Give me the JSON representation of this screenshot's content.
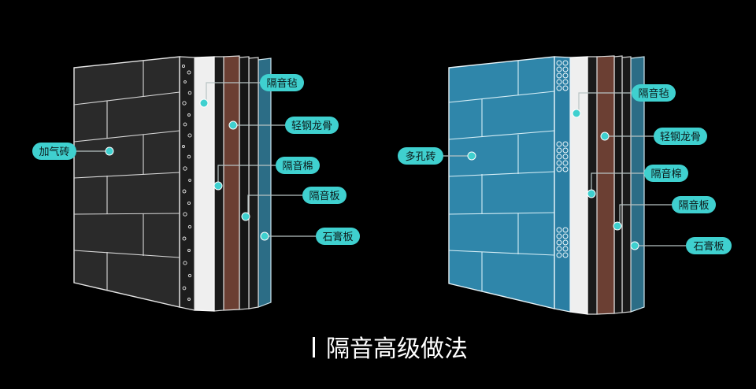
{
  "colors": {
    "background": "#000000",
    "callout": "#3fd0cf",
    "callout_line": "#b8c4c4",
    "left_brick": "#2a2a2a",
    "right_brick": "#2f86aa",
    "stud": "#6b3f33",
    "board": "#efefef",
    "gypsum": "#2c6d86"
  },
  "left_wall": {
    "labels": {
      "main": "加气砖",
      "felt": "隔音毡",
      "steel_keel": "轻钢龙骨",
      "cotton": "隔音棉",
      "board": "隔音板",
      "gypsum": "石膏板"
    }
  },
  "right_wall": {
    "labels": {
      "main": "多孔砖",
      "felt": "隔音毡",
      "steel_keel": "轻钢龙骨",
      "cotton": "隔音棉",
      "board": "隔音板",
      "gypsum": "石膏板"
    }
  },
  "caption": "隔音高级做法"
}
